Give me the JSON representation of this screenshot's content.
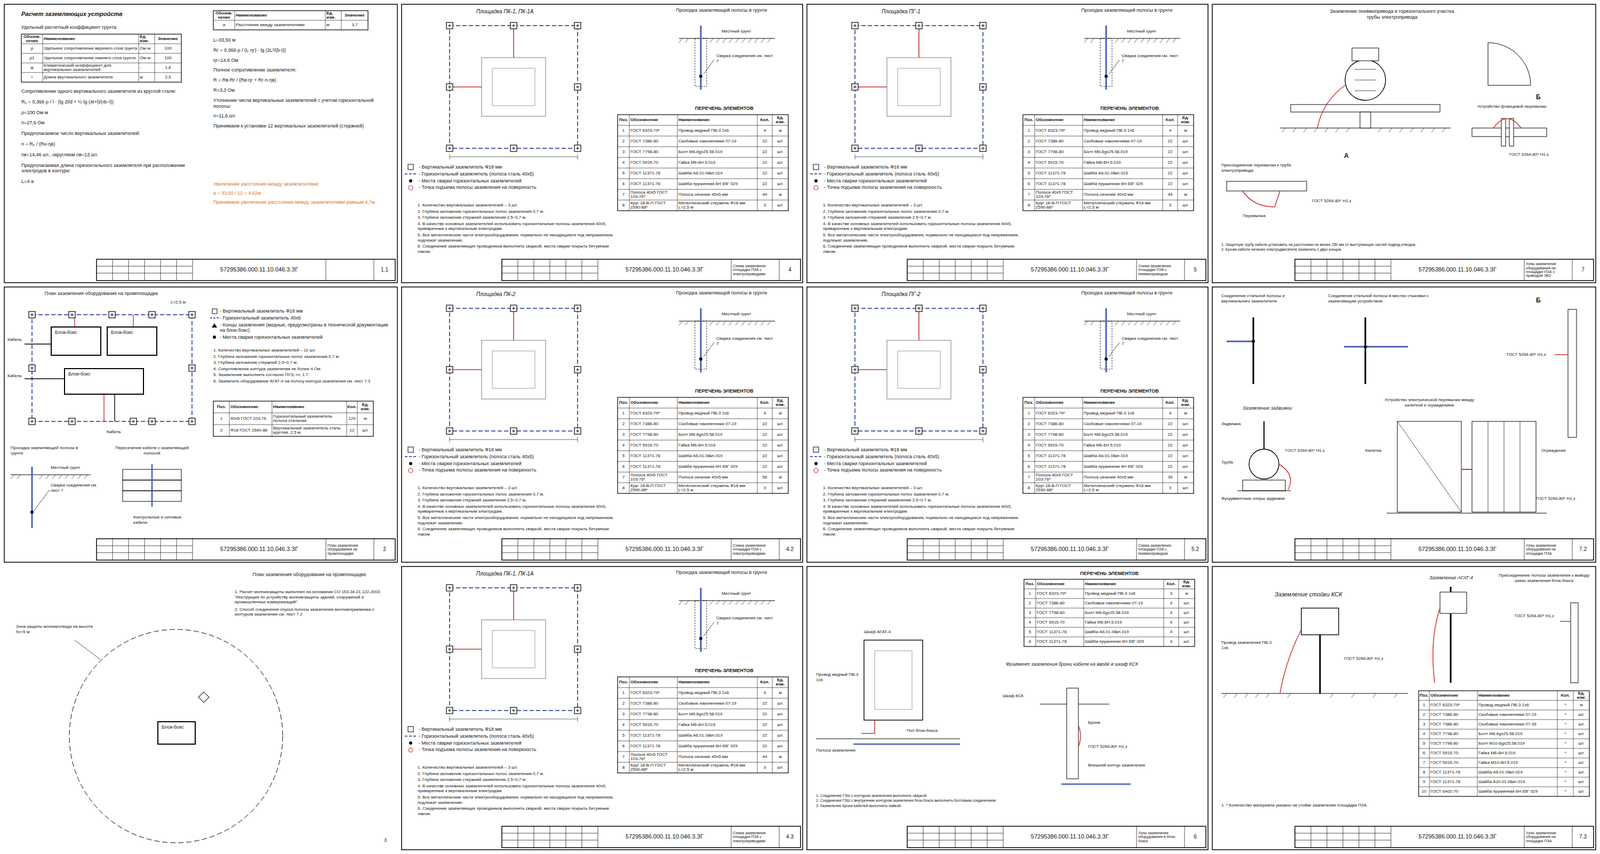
{
  "diagram": {
    "nodes": [
      {
        "text": [
          "Блок-бокс"
        ]
      },
      {
        "text": [
          "Блок-бокс"
        ]
      },
      {
        "text": [
          "Блок-бокс"
        ]
      },
      {
        "text": [
          "Блок-бокс"
        ]
      }
    ],
    "labels": [
      "Расчет заземляющих устройств",
      "Удельный расчетный коэффициент грунта:",
      "Обозна-чение",
      "Наименование",
      "Ед. изм.",
      "Значение",
      "ρ",
      "Удельное сопротивление верхнего слоя грунта",
      "Ом·м",
      "100",
      "ρ1",
      "Удельное сопротивление нижнего слоя грунта",
      "Ом·м",
      "100",
      "ψ",
      "Климатический коэффициент для вертикальных заземлителей",
      "-",
      "1,8",
      "l",
      "Длина вертикального заземлителя",
      "м",
      "2,5",
      "Сопротивление одного вертикального заземлителя из круглой стали:",
      "R₀ = 0,366·ρ / l · (lg 2l/d + ½·lg (4t+l)/(4t−l))",
      "ρ=100 Ом·м",
      "n=27,6 Ом",
      "Предполагаемое число вертикальных заземлителей:",
      "n = R₀ / (Rн·ηв)",
      "nв=14,46 шт., округляем nв=13 шт.",
      "Предполагаемая длина горизонтального заземлителя при расположении электродов в контуре:",
      "L=4·a",
      "Обозна-чение",
      "Наименование",
      "Ед. изм.",
      "Значение",
      "a",
      "Расстояние между заземлителями",
      "м",
      "3,7",
      "L=33,50 м",
      "Rг = 0,366·ρ / (L·ηг) · lg (2L²/(b·t))",
      "ηг=14,6 Ом",
      "Полное сопротивление заземлителя:",
      "R = Rв·Rг / (Rв·ηг + Rг·n·ηв)",
      "R=3,3 Ом",
      "Уточнение числа вертикальных заземлителей с учетом горизонтальной полосы:",
      "n=11,6 шт.",
      "Принимаем к установке 12 вертикальных заземлителей (стержней)",
      "Увеличение расстояния между заземлителями:",
      "а = 33,50 / 12 = 4,62м",
      "Принимаем увеличение расстояния между заземлителями равным 4,7м",
      "57295386.000.11.10.046.3.ЗГ",
      "1.1",
      "Площадка ПК-1, ПК-1А",
      "Проходка заземляющей полосы в грунте",
      "Местный грунт",
      "Сварка соединения см. лист 7",
      "ПЕРЕЧЕНЬ ЭЛЕМЕНТОВ",
      "Поз.",
      "Обозначение",
      "Наименование",
      "Кол.",
      "Ед. изм.",
      "1",
      "ГОСТ 6323-79*",
      "Провод медный ПВ-3 1х6",
      "4",
      "м",
      "2",
      "ГОСТ 7386-80",
      "Скобовые наконечники 07-19",
      "22",
      "шт.",
      "3",
      "ГОСТ 7798-80",
      "Болт М6-6gх25.58.019",
      "22",
      "шт.",
      "4",
      "ГОСТ 5915-70",
      "Гайка М6-6Н.5.019",
      "22",
      "шт.",
      "5",
      "ГОСТ 11371-78",
      "Шайба А6.01.08кп.019",
      "22",
      "шт.",
      "6",
      "ГОСТ 11371-78",
      "Шайба пружинная 6Н 65Г 029",
      "22",
      "шт.",
      "7",
      "Полоса 40х5 ГОСТ 103-76*",
      "Полоса сечение 40х5 мм",
      "40",
      "м",
      "8",
      "Круг 18-В-П ГОСТ 2590-88*",
      "Металлический стержень Ф18 мм L=2,5 м",
      "3",
      "шт.",
      "- Вертикальный заземлитель Ф18 мм",
      "- Горизонтальный заземлитель (полоса сталь 40х5)",
      "- Места сварки горизонтальных заземлителей",
      "- Точка подъема полосы заземления на поверхность",
      "1. Количество вертикальных заземлителей – 3 шт.",
      "2. Глубина заложения горизонтальных полос заземления 0,7 м.",
      "3. Глубина заложения стержней заземления 2,5÷0,7 м.",
      "4. В качестве основных заземлителей использовать горизонтальные полосы заземления 40х5, приваренные к вертикальным электродам.",
      "5. Все металлические части электрооборудования, нормально не находящиеся под напряжением, подлежат заземлению.",
      "6. Соединение заземляющих проводников выполнить сваркой, места сварки покрыть битумным лаком.",
      "57295386.000.11.10.046.3.ЗГ",
      "Схема заземления площадки ПЗА с электроприводами",
      "4",
      "Площадка ПГ-1",
      "Проходка заземляющей полосы в грунте",
      "Местный грунт",
      "Сварка соединения см. лист 7",
      "ПЕРЕЧЕНЬ ЭЛЕМЕНТОВ",
      "Поз.",
      "Обозначение",
      "Наименование",
      "Кол.",
      "Ед. изм.",
      "1",
      "ГОСТ 6323-79*",
      "Провод медный ПВ-3 1х6",
      "4",
      "м",
      "2",
      "ГОСТ 7386-80",
      "Скобовые наконечники 07-19",
      "22",
      "шт.",
      "3",
      "ГОСТ 7798-80",
      "Болт М6-6gх25.58.019",
      "22",
      "шт.",
      "4",
      "ГОСТ 5915-70",
      "Гайка М6-6Н.5.019",
      "22",
      "шт.",
      "5",
      "ГОСТ 11371-78",
      "Шайба А6.01.08кп.019",
      "22",
      "шт.",
      "6",
      "ГОСТ 11371-78",
      "Шайба пружинная 6Н 65Г 029",
      "22",
      "шт.",
      "7",
      "Полоса 40х5 ГОСТ 103-76*",
      "Полоса сечение 40х5 мм",
      "44",
      "м",
      "8",
      "Круг 18-В-П ГОСТ 2590-88*",
      "Металлический стержень Ф18 мм L=2,5 м",
      "3",
      "шт.",
      "- Вертикальный заземлитель Ф18 мм",
      "- Горизонтальный заземлитель (полоса сталь 40х5)",
      "- Места сварки горизонтальных заземлителей",
      "- Точка подъема полосы заземления на поверхность",
      "1. Количество вертикальных заземлителей – 3 шт.",
      "2. Глубина заложения горизонтальных полос заземления 0,7 м.",
      "3. Глубина заложения стержней заземления 2,5÷0,7 м.",
      "4. В качестве основных заземлителей использовать горизонтальные полосы заземления 40х5, приваренные к вертикальным электродам.",
      "5. Все металлические части электрооборудования, нормально не находящиеся под напряжением, подлежат заземлению.",
      "6. Соединение заземляющих проводников выполнить сваркой, места сварки покрыть битумным лаком.",
      "57295386.000.11.10.046.3.ЗГ",
      "Схема заземления площадки ПЗА с пневмоприводом",
      "5",
      "Заземление пневмопривода и горизонтального участка трубы электропривода",
      "А",
      "Присоединение перемычки к трубе электропривода",
      "ГОСТ 5264-80* Н1,з",
      "Перемычка",
      "Б",
      "Устройство фланцевой перемычки",
      "ГОСТ 5264-80* Н1,з",
      "1. Защитную трубу кабеля установить на расстоянии не менее 250 мм от выступающих частей подвод-отводов.",
      "2. Броню кабеля питания электродвигателя заземлить с двух концов.",
      "57295386.000.11.10.046.3.ЗГ",
      "Узлы заземления оборудования на площадке ПЗА с приводом ЭКЗ",
      "7",
      "План заземления оборудования на промплощадке",
      "Кабель",
      "Кабель",
      "Кабель",
      "L=2,5 м",
      "- Вертикальный заземлитель Ф18 мм",
      "- Горизонтальный заземлитель 40х5",
      "- Концы заземления (медные, предусмотрены в технической документации на блок-бокс)",
      "- Места сварки горизонтальных заземлителей",
      "1. Количество вертикальных заземлителей – 12 шт.",
      "2. Глубина заложения горизонтальных полос заземления 0,7 м.",
      "3. Глубина заложения стержней 2,5÷0,7 м.",
      "4. Сопротивление контура заземления не более 4 Ом.",
      "5. Заземление выполнить согласно ПУЭ, гл. 1.7.",
      "6. Заземлить оборудование АГАТ-4 на полосу контура заземления см. лист 7.3",
      "Поз.",
      "Обозначение",
      "Наименование",
      "Кол.",
      "Ед. изм.",
      "1",
      "40х5 ГОСТ 103-76",
      "Горизонтальный заземлитель полоса стальная",
      "120",
      "м",
      "2",
      "Ф18 ГОСТ 2590-88",
      "Вертикальный заземлитель сталь круглая, 2,5 м.",
      "12",
      "шт.",
      "Проходка заземляющей полосы в грунте",
      "Местный грунт",
      "Сварка соединения см. лист 7",
      "Пересечение кабеля с заземляющей полосой",
      "Контрольные и силовые кабели",
      "57295386.000.11.10.046.3.ЗГ",
      "План заземления оборудования на промплощадке",
      "2",
      "Площадка ПК-2",
      "Проходка заземляющей полосы в грунте",
      "Местный грунт",
      "Сварка соединения см. лист 7",
      "ПЕРЕЧЕНЬ ЭЛЕМЕНТОВ",
      "Поз.",
      "Обозначение",
      "Наименование",
      "Кол.",
      "Ед. изм.",
      "1",
      "ГОСТ 6323-79*",
      "Провод медный ПВ-3 1х6",
      "4",
      "м",
      "2",
      "ГОСТ 7386-80",
      "Скобовые наконечники 07-19",
      "22",
      "шт.",
      "3",
      "ГОСТ 7798-80",
      "Болт М6-6gх25.58.019",
      "22",
      "шт.",
      "4",
      "ГОСТ 5915-70",
      "Гайка М6-6Н.5.019",
      "22",
      "шт.",
      "5",
      "ГОСТ 11371-78",
      "Шайба А6.01.08кп.019",
      "22",
      "шт.",
      "6",
      "ГОСТ 11371-78",
      "Шайба пружинная 6Н 65Г 029",
      "22",
      "шт.",
      "7",
      "Полоса 40х5 ГОСТ 103-76*",
      "Полоса сечение 40х5 мм",
      "56",
      "м",
      "8",
      "Круг 18-В-П ГОСТ 2590-88*",
      "Металлический стержень Ф18 мм L=2,5 м",
      "3",
      "шт.",
      "- Вертикальный заземлитель Ф18 мм",
      "- Горизонтальный заземлитель (полоса сталь 40х5)",
      "- Места сварки горизонтальных заземлителей",
      "- Точка подъема полосы заземления на поверхность",
      "1. Количество вертикальных заземлителей – 3 шт.",
      "2. Глубина заложения горизонтальных полос заземления 0,7 м.",
      "3. Глубина заложения стержней заземления 2,5÷0,7 м.",
      "4. В качестве основных заземлителей использовать горизонтальные полосы заземления 40х5, приваренные к вертикальным электродам.",
      "5. Все металлические части электрооборудования, нормально не находящиеся под напряжением, подлежат заземлению.",
      "6. Соединение заземляющих проводников выполнить сваркой, места сварки покрыть битумным лаком.",
      "57295386.000.11.10.046.3.ЗГ",
      "Схема заземления площадки ПЗА с электроприводами",
      "4.2",
      "Площадка ПГ-2",
      "Проходка заземляющей полосы в грунте",
      "Местный грунт",
      "Сварка соединения см. лист 7",
      "ПЕРЕЧЕНЬ ЭЛЕМЕНТОВ",
      "Поз.",
      "Обозначение",
      "Наименование",
      "Кол.",
      "Ед. изм.",
      "1",
      "ГОСТ 6323-79*",
      "Провод медный ПВ-3 1х6",
      "4",
      "м",
      "2",
      "ГОСТ 7386-80",
      "Скобовые наконечники 07-19",
      "22",
      "шт.",
      "3",
      "ГОСТ 7798-80",
      "Болт М6-6gх25.58.019",
      "22",
      "шт.",
      "4",
      "ГОСТ 5915-70",
      "Гайка М6-6Н.5.019",
      "22",
      "шт.",
      "5",
      "ГОСТ 11371-78",
      "Шайба А6.01.08кп.019",
      "22",
      "шт.",
      "6",
      "ГОСТ 11371-78",
      "Шайба пружинная 6Н 65Г 029",
      "22",
      "шт.",
      "7",
      "Полоса 40х5 ГОСТ 103-76*",
      "Полоса сечение 40х5 мм",
      "39",
      "м",
      "8",
      "Круг 18-В-П ГОСТ 2590-88*",
      "Металлический стержень Ф18 мм L=2,5 м",
      "3",
      "шт.",
      "- Вертикальный заземлитель Ф18 мм",
      "- Горизонтальный заземлитель (полоса сталь 40х5)",
      "- Места сварки горизонтальных заземлителей",
      "- Точка подъема полосы заземления на поверхность",
      "1. Количество вертикальных заземлителей – 3 шт.",
      "2. Глубина заложения горизонтальных полос заземления 0,7 м.",
      "3. Глубина заложения стержней заземления 2,5÷0,7 м.",
      "4. В качестве основных заземлителей использовать горизонтальные полосы заземления 40х5, приваренные к вертикальным электродам.",
      "5. Все металлические части электрооборудования, нормально не находящиеся под напряжением, подлежат заземлению.",
      "6. Соединение заземляющих проводников выполнить сваркой, места сварки покрыть битумным лаком.",
      "57295386.000.11.10.046.3.ЗГ",
      "Схема заземления площадки ПЗА с пневмоприводом",
      "5.2",
      "Соединение стальной полосы и вертикального заземлителя",
      "Соединение стальной полосы в местах стыковки с заземляющим устройством",
      "Б",
      "ГОСТ 5264-80* Н1,з",
      "Заземление задвижки",
      "Задвижка",
      "Труба",
      "ГОСТ 5264-80* Н1,з",
      "Фундаментные опоры задвижки",
      "Устройство электрической перемычки между калиткой и ограждением",
      "Калитка",
      "Ограждение",
      "ГОСТ 5264-80* Н1,з",
      "57295386.000.11.10.046.3.ЗГ",
      "Узлы заземления оборудования на площадке ПЗА",
      "7.2",
      "Зона защиты молниеотвода на высоте hx=5 м.",
      "План заземления оборудования на промплощадке",
      "1. Расчет молниезащиты выполнен на основании СО 153-34.21.122-2003 \"Инструкция по устройству молниезащиты зданий, сооружений и промышленных коммуникаций\".",
      "2. Способ соединения спуска полосы заземления молниеприемника с контуром заземления см. лист 7.2",
      "3",
      "Площадка ПК-1, ПК-1А",
      "Проходка заземляющей полосы в грунте",
      "Местный грунт",
      "Сварка соединения см. лист 7",
      "ПЕРЕЧЕНЬ ЭЛЕМЕНТОВ",
      "Поз.",
      "Обозначение",
      "Наименование",
      "Кол.",
      "Ед. изм.",
      "1",
      "ГОСТ 6323-79*",
      "Провод медный ПВ-3 1х6",
      "4",
      "м",
      "2",
      "ГОСТ 7386-80",
      "Скобовые наконечники 07-19",
      "22",
      "шт.",
      "3",
      "ГОСТ 7798-80",
      "Болт М6-6gх25.58.019",
      "22",
      "шт.",
      "4",
      "ГОСТ 5915-70",
      "Гайка М6-6Н.5.019",
      "22",
      "шт.",
      "5",
      "ГОСТ 11371-78",
      "Шайба А6.01.08кп.019",
      "22",
      "шт.",
      "6",
      "ГОСТ 11371-78",
      "Шайба пружинная 6Н 65Г 029",
      "22",
      "шт.",
      "7",
      "Полоса 40х5 ГОСТ 103-76*",
      "Полоса сечение 40х5 мм",
      "44",
      "м",
      "8",
      "Круг 18-В-П ГОСТ 2590-88*",
      "Металлический стержень Ф18 мм L=2,5 м",
      "3",
      "шт.",
      "- Вертикальный заземлитель Ф18 мм",
      "- Горизонтальный заземлитель (полоса сталь 40х5)",
      "- Места сварки горизонтальных заземлителей",
      "- Точка подъема полосы заземления на поверхность",
      "1. Количество вертикальных заземлителей – 3 шт.",
      "2. Глубина заложения горизонтальных полос заземления 0,7 м.",
      "3. Глубина заложения стержней заземления 2,5÷0,7 м.",
      "4. В качестве основных заземлителей использовать горизонтальные полосы заземления 40х5, приваренные к вертикальным электродам.",
      "5. Все металлические части электрооборудования, нормально не находящиеся под напряжением, подлежат заземлению.",
      "6. Соединение заземляющих проводников выполнить сваркой, места сварки покрыть битумным лаком.",
      "57295386.000.11.10.046.3.ЗГ",
      "Схема заземления площадки ПЗА с электроприводами",
      "4.3",
      "ПЕРЕЧЕНЬ ЭЛЕМЕНТОВ",
      "Поз.",
      "Обозначение",
      "Наименование",
      "Кол.",
      "Ед. изм.",
      "1",
      "ГОСТ 6323-79*",
      "Провод медный ПВ-3 1х6",
      "3",
      "м",
      "2",
      "ГОСТ 7386-80",
      "Скобовые наконечники 07-19",
      "4",
      "шт.",
      "3",
      "ГОСТ 7798-80",
      "Болт М6-6gх25.58.019",
      "4",
      "шт.",
      "4",
      "ГОСТ 5915-70",
      "Гайка М6-6Н.5.019",
      "4",
      "шт.",
      "5",
      "ГОСТ 11371-78",
      "Шайба А6.01.08кп.019",
      "4",
      "шт.",
      "6",
      "ГОСТ 11371-78",
      "Шайба пружинная 6Н 65Г 029",
      "4",
      "шт.",
      "Шкаф АГАТ-4",
      "Провод медный ПВ-3 1х6",
      "Полоса заземления",
      "Пол блок-бокса",
      "Фрагмент заземления брони кабеля на вводе в шкаф КСК",
      "Шкаф КСК",
      "Броня",
      "ГОСТ 5264-80* Н1,з",
      "Внешний контур заземления",
      "1. Соединение ГЗШ с контуром заземления выполнить сваркой.",
      "2. Соединения ГЗШ с внутренним контуром заземления блок-бокса выполнить болтовым соединением.",
      "3. Заземление брони кабелей выполнить пайкой.",
      "57295386.000.11.10.046.3.ЗГ",
      "Узлы заземления оборудования в блок-боксе",
      "6",
      "Заземление стойки КСК",
      "Провод заземления ПВ-3 1х6",
      "ГОСТ 5264-80* Н1,з",
      "Заземление АГАТ-4",
      "Присоединение полосы заземления к выводу шины заземления блок-бокса",
      "ГОСТ 5264-80* Н1,з",
      "Поз.",
      "Обозначение",
      "Наименование",
      "Кол.",
      "Ед. изм.",
      "1",
      "ГОСТ 6323-79*",
      "Провод медный ПВ-3 1х6",
      "*",
      "м",
      "2",
      "ГОСТ 7386-80",
      "Скобовые наконечники 07-19",
      "*",
      "шт.",
      "3",
      "ГОСТ 7386-80",
      "Скобовые наконечники 07-35",
      "*",
      "шт.",
      "4",
      "ГОСТ 7798-80",
      "Болт М6-6gх25.58.019",
      "*",
      "шт.",
      "5",
      "ГОСТ 7798-80",
      "Болт М10-6gх25.58.019",
      "*",
      "шт.",
      "6",
      "ГОСТ 5915-70",
      "Гайка М6-6Н.5.019",
      "*",
      "шт.",
      "7",
      "ГОСТ 5915-70",
      "Гайка М10-6Н.5.019",
      "*",
      "шт.",
      "8",
      "ГОСТ 11371-78",
      "Шайба А6.01.08кп.019",
      "*",
      "шт.",
      "9",
      "ГОСТ 11371-78",
      "Шайба А10.01.08кп.019",
      "*",
      "шт.",
      "10",
      "ГОСТ 6402-70",
      "Шайба пружинная 6Н 65Г 029",
      "*",
      "шт.",
      "1. * Количество материала указано на стойке заземления площадки ПЗА",
      "57295386.000.11.10.046.3.ЗГ",
      "Узлы заземления оборудования на площадке ПЗА",
      "7.3"
    ]
  }
}
